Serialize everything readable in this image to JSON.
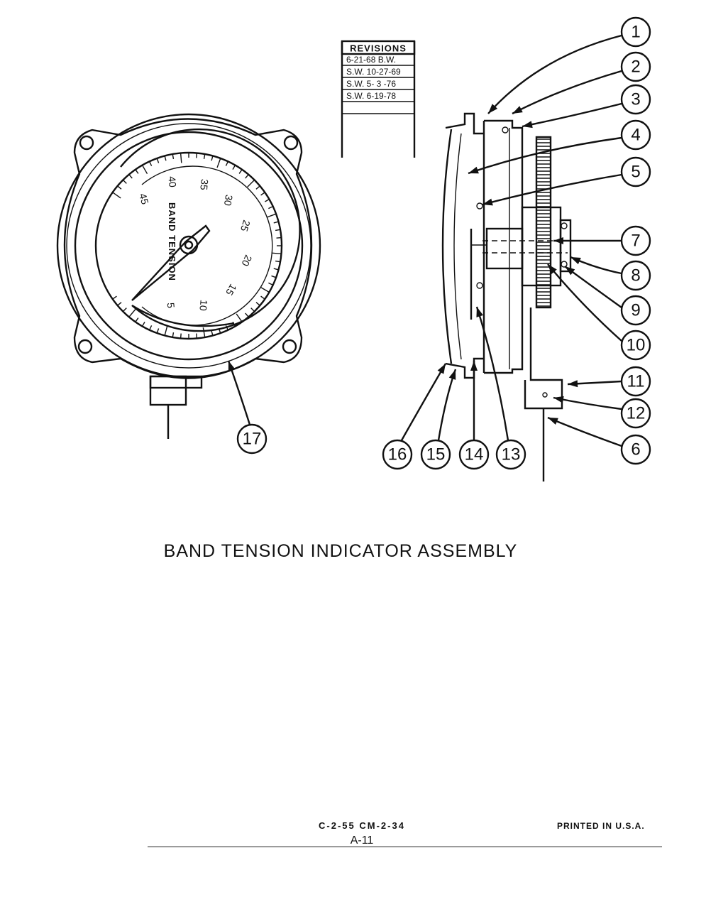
{
  "revisions": {
    "header": "REVISIONS",
    "entries": [
      "6-21-68 B.W.",
      "S.W. 10-27-69",
      "S.W. 5- 3 -76",
      "S.W. 6-19-78"
    ]
  },
  "dial": {
    "label": "BAND TENSION",
    "major_ticks": [
      "45",
      "40",
      "35",
      "30",
      "25",
      "20",
      "15",
      "10",
      "5"
    ]
  },
  "callouts": [
    "1",
    "2",
    "3",
    "4",
    "5",
    "6",
    "7",
    "8",
    "9",
    "10",
    "11",
    "12",
    "13",
    "14",
    "15",
    "16",
    "17"
  ],
  "title": "BAND TENSION INDICATOR ASSEMBLY",
  "footer": {
    "code": "C-2-55 CM-2-34",
    "page": "A-11",
    "printed": "PRINTED IN U.S.A."
  }
}
